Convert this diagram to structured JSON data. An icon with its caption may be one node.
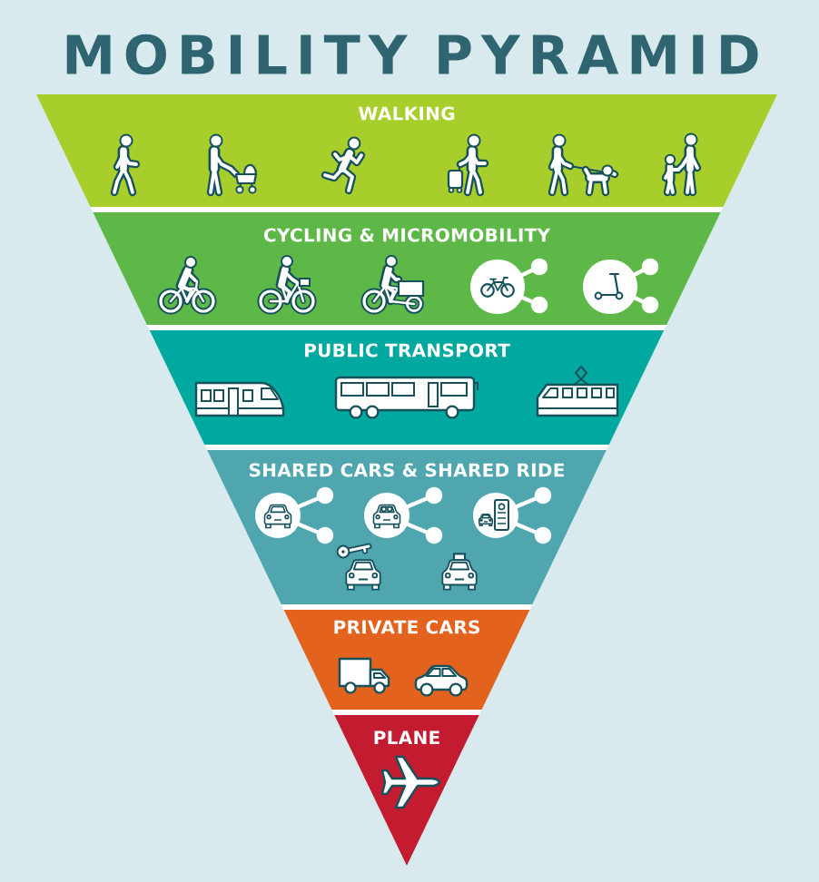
{
  "diagram": {
    "title": "MOBILITY PYRAMID",
    "nodes": [
      {
        "text": [
          "WALKING"
        ]
      },
      {
        "text": [
          "CYCLING & MICROMOBILITY"
        ]
      },
      {
        "text": [
          "PUBLIC TRANSPORT"
        ]
      },
      {
        "text": [
          "SHARED CARS & SHARED RIDE"
        ]
      },
      {
        "text": [
          "PRIVATE CARS"
        ]
      },
      {
        "text": [
          "PLANE"
        ]
      }
    ]
  }
}
